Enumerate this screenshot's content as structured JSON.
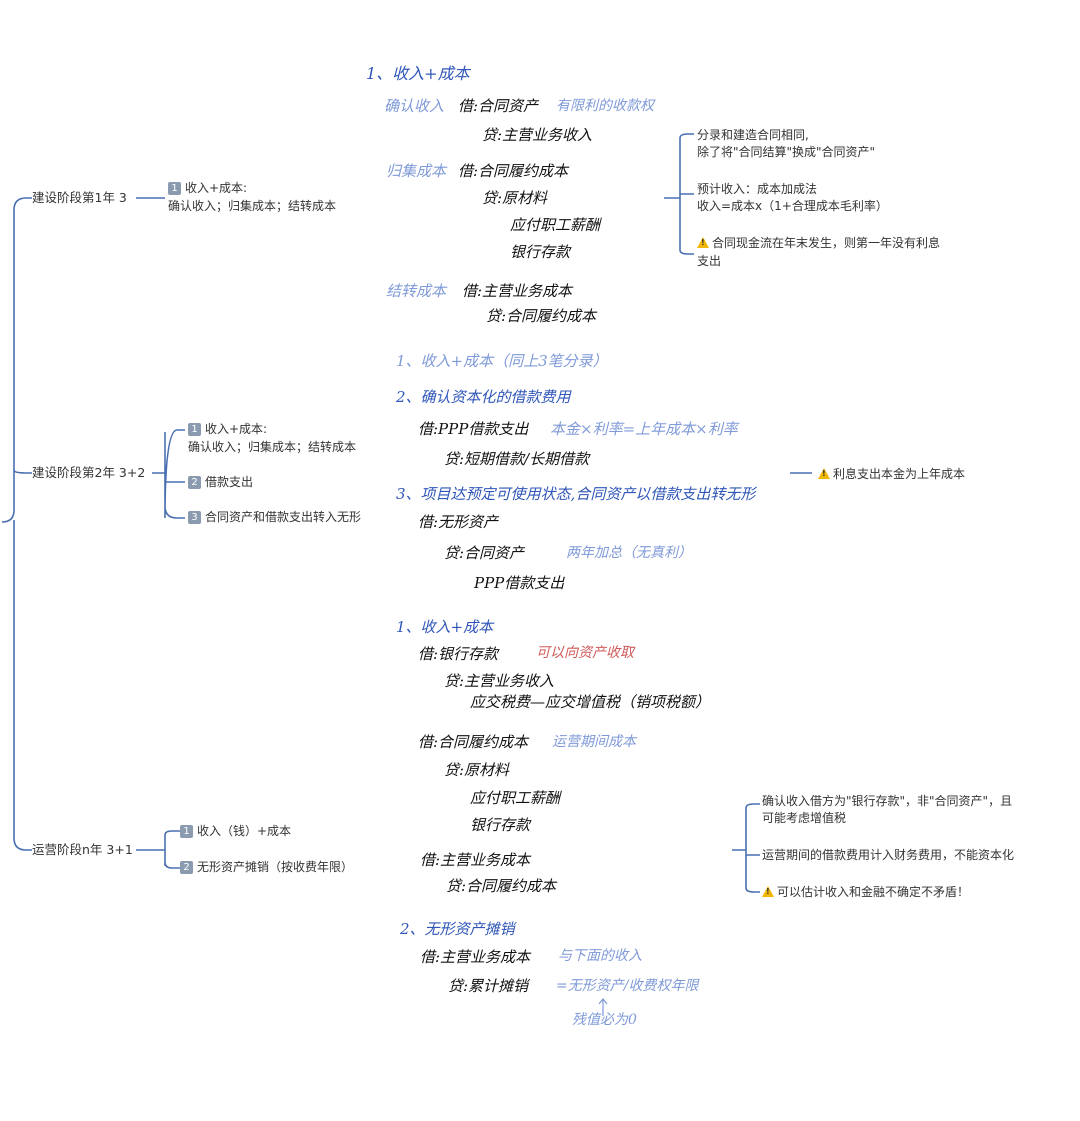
{
  "stages": {
    "y1": {
      "label": "建设阶段第1年 3",
      "items": [
        {
          "num": "1",
          "text": "收入+成本:"
        }
      ],
      "detail": "确认收入；归集成本；结转成本"
    },
    "y2": {
      "label": "建设阶段第2年 3+2",
      "items": [
        {
          "num": "1",
          "text": "收入+成本:"
        },
        {
          "num": "2",
          "text": "借款支出"
        },
        {
          "num": "3",
          "text": "合同资产和借款支出转入无形"
        }
      ],
      "detail": "确认收入；归集成本；结转成本"
    },
    "yn": {
      "label": "运营阶段n年 3+1",
      "items": [
        {
          "num": "1",
          "text": "收入（钱）+成本"
        },
        {
          "num": "2",
          "text": "无形资产摊销（按收费年限）"
        }
      ]
    }
  },
  "notes": {
    "y1": {
      "n1a": "分录和建造合同相同,",
      "n1b": "除了将\"合同结算\"换成\"合同资产\"",
      "n2a": "预计收入：成本加成法",
      "n2b": "收入=成本x（1+合理成本毛利率）",
      "n3a": "合同现金流在年末发生，则第一年没有利息",
      "n3b": "支出"
    },
    "y2": {
      "n1": "利息支出本金为上年成本"
    },
    "yn": {
      "n1a": "确认收入借方为\"银行存款\"，非\"合同资产\"，且",
      "n1b": "可能考虑增值税",
      "n2": "运营期间的借款费用计入财务费用，不能资本化",
      "n3": "可以估计收入和金融不确定不矛盾！"
    }
  },
  "handwriting": {
    "y1": {
      "title": "1、收入+成本",
      "l1a": "确认收入",
      "l1b": "借:合同资产",
      "l1c": "有限利的收款权",
      "l2": "贷:主营业务收入",
      "l3a": "归集成本",
      "l3b": "借:合同履约成本",
      "l4": "贷:原材料",
      "l5": "应付职工薪酬",
      "l6": "银行存款",
      "l7a": "结转成本",
      "l7b": "借:主营业务成本",
      "l8": "贷:合同履约成本"
    },
    "y2": {
      "t1": "1、收入+成本（同上3笔分录）",
      "t2": "2、确认资本化的借款费用",
      "l1a": "借:PPP借款支出",
      "l1b": "本金×利率=上年成本×利率",
      "l2": "贷:短期借款/长期借款",
      "t3": "3、项目达预定可使用状态,合同资产以借款支出转无形",
      "l3": "借:无形资产",
      "l4a": "贷:合同资产",
      "l4b": "两年加总（无真利）",
      "l5": "PPP借款支出"
    },
    "yn": {
      "t1": "1、收入+成本",
      "l1a": "借:银行存款",
      "l1b": "可以向资产收取",
      "l2": "贷:主营业务收入",
      "l3": "应交税费—应交增值税（销项税额）",
      "l4a": "借:合同履约成本",
      "l4b": "运营期间成本",
      "l5": "贷:原材料",
      "l6": "应付职工薪酬",
      "l7": "银行存款",
      "l8": "借:主营业务成本",
      "l9": "贷:合同履约成本",
      "t2": "2、无形资产摊销",
      "l10a": "借:主营业务成本",
      "l10b": "与下面的收入",
      "l11a": "贷:累计摊销",
      "l11b": "=无形资产/收费权年限",
      "l12": "残值必为0"
    }
  },
  "colors": {
    "line": "#4a6fb0",
    "blue_ink": "#2f56b8",
    "light_ink": "#7f9ad8",
    "red_ink": "#d05a5a",
    "warn": "#f2b705"
  }
}
